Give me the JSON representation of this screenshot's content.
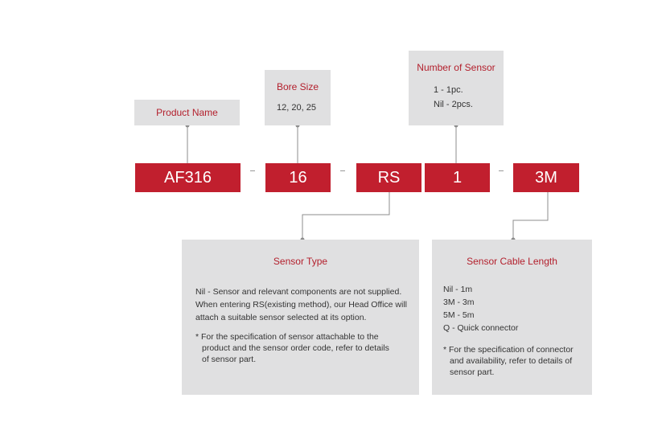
{
  "product_name": {
    "title": "Product Name",
    "code": "AF316"
  },
  "bore_size": {
    "title": "Bore Size",
    "options": "12, 20, 25",
    "code": "16"
  },
  "sensor_type": {
    "code": "RS",
    "title": "Sensor Type",
    "lines": [
      "Nil - Sensor and relevant components are not supplied.",
      "When entering RS(existing method), our Head Office will",
      "attach a suitable sensor selected at its option."
    ],
    "note_lines": [
      "* For the specification of sensor attachable to the",
      "product and the sensor order code, refer to details",
      "of sensor part."
    ]
  },
  "number_of_sensor": {
    "title": "Number of Sensor",
    "options": [
      "1 - 1pc.",
      "Nil - 2pcs."
    ],
    "code": "1"
  },
  "sensor_cable_length": {
    "code": "3M",
    "title": "Sensor Cable Length",
    "options": [
      "Nil - 1m",
      "3M - 3m",
      "5M - 5m",
      "Q - Quick connector"
    ],
    "note_lines": [
      "* For the specification of connector",
      "and availability, refer to details of",
      "sensor part."
    ]
  },
  "colors": {
    "accent": "#c11f2e",
    "title_red": "#b3202d",
    "panel_gray": "#e0e0e1",
    "connector": "#8c8c8c"
  }
}
